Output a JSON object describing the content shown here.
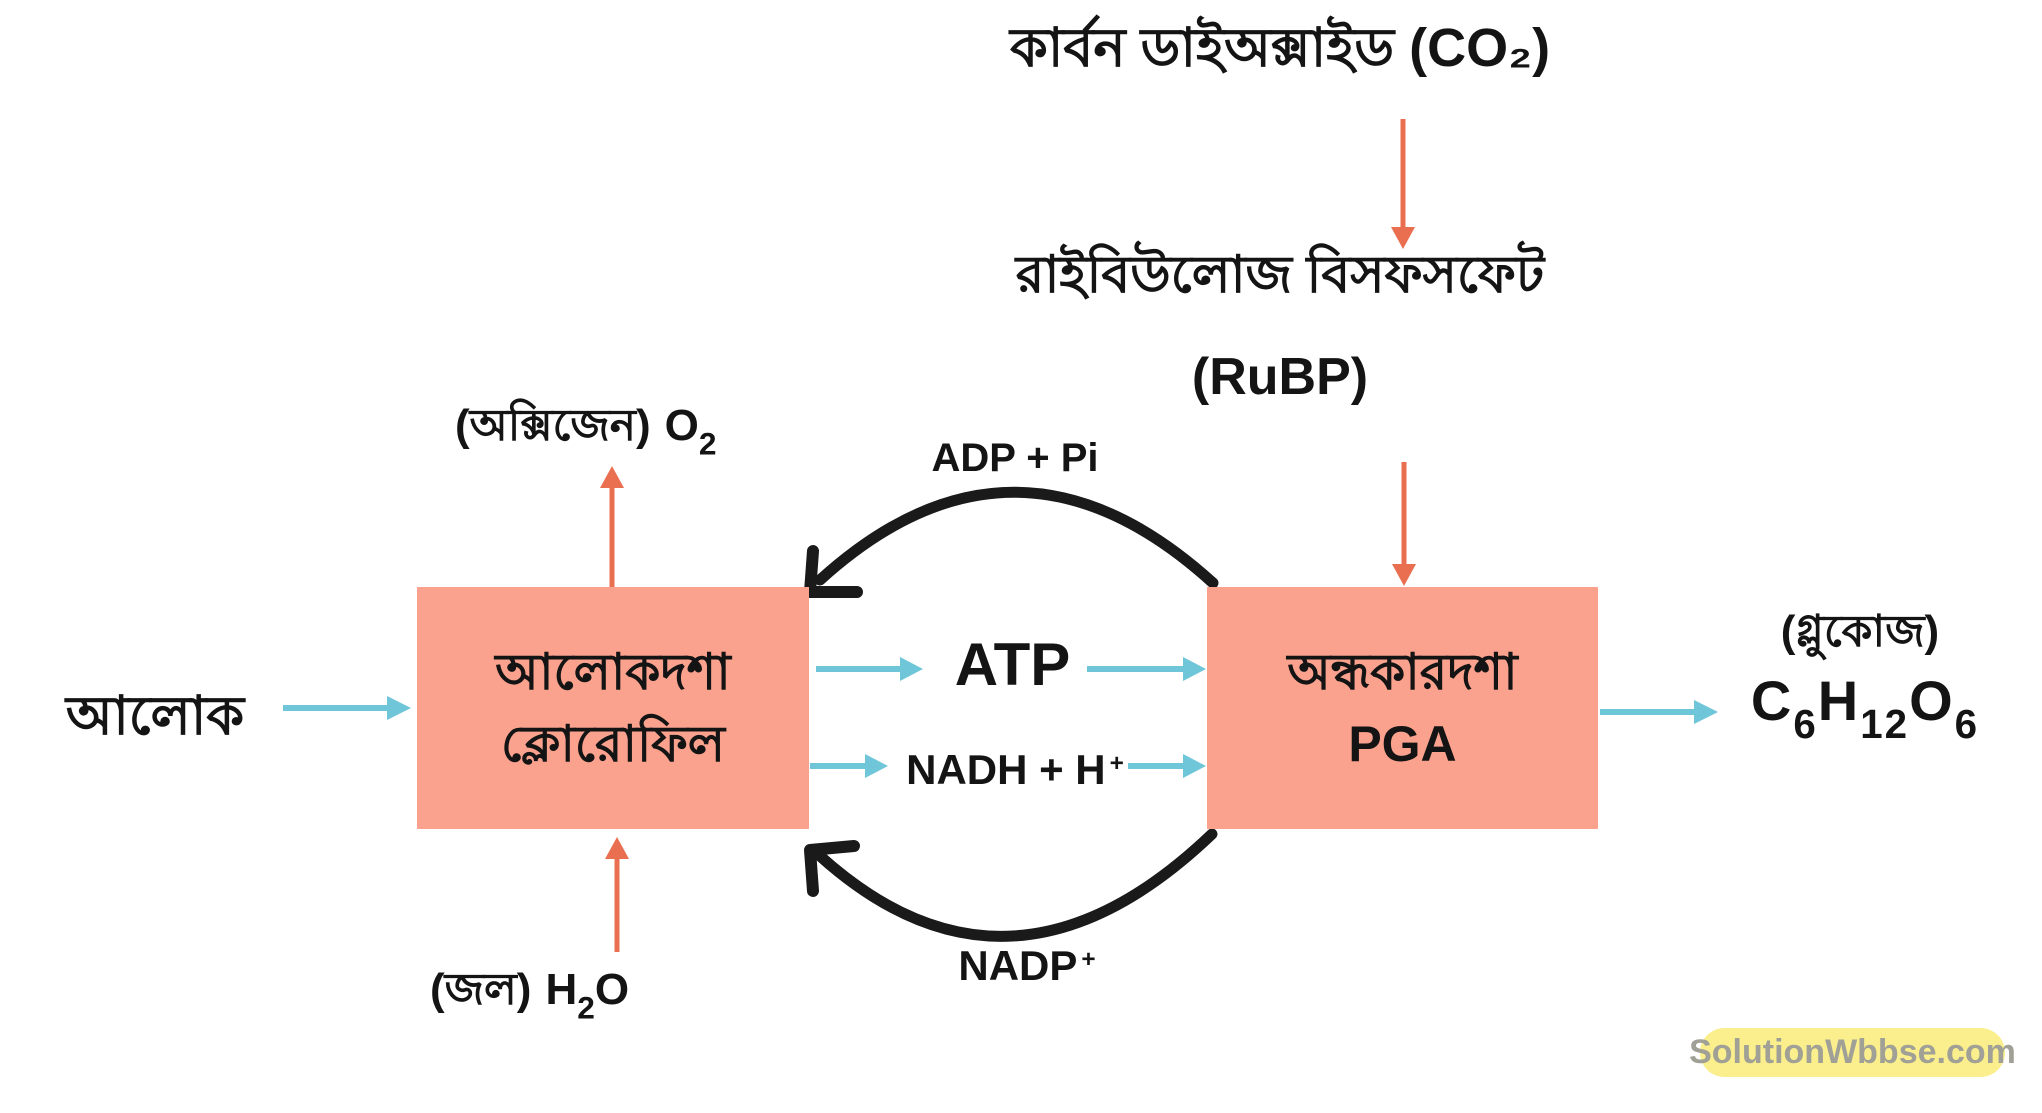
{
  "diagram_title": "Photosynthesis light phase / dark phase flow diagram (Bengali)",
  "colors": {
    "box_fill": "#FAA28E",
    "cyan_arrow": "#6EC6D8",
    "orange_arrow": "#E96F50",
    "black_arrow": "#1A1A1A",
    "text": "#141414",
    "watermark_bg": "#FAEF8C",
    "watermark_text": "#A0A096"
  },
  "nodes": {
    "co2_title": "কার্বন ডাইঅক্সাইড (CO₂)",
    "rubp_line1": "রাইবিউলোজ বিসফসফেট",
    "rubp_line2": "(RuBP)",
    "light_box": {
      "line1": "আলোকদশা",
      "line2": "ক্লোরোফিল"
    },
    "dark_box": {
      "line1": "অন্ধকারদশা",
      "line2": "PGA"
    },
    "light_input": "আলোক",
    "oxygen": {
      "prefix": "(অক্সিজেন)",
      "symbol": "O",
      "sub": "2"
    },
    "water": {
      "prefix": "(জল)",
      "h": "H",
      "sub": "2",
      "o": "O"
    },
    "atp": "ATP",
    "nadh": {
      "base": "NADH + H",
      "sup": "+"
    },
    "adp": "ADP + Pi",
    "nadp": {
      "base": "NADP",
      "sup": "+"
    },
    "glucose_name": "(গ্লুকোজ)",
    "glucose_formula": {
      "c": "C",
      "c_sub": "6",
      "h": "H",
      "h_sub": "12",
      "o": "O",
      "o_sub": "6"
    },
    "watermark": "SolutionWbbse.com"
  },
  "connections": [
    {
      "from": "কার্বন ডাইঅক্সাইড (CO₂)",
      "to": "রাইবিউলোজ বিসফসফেট (RuBP)",
      "style": "orange straight down"
    },
    {
      "from": "রাইবিউলোজ বিসফসফেট (RuBP)",
      "to": "অন্ধকারদশা PGA",
      "style": "orange straight down"
    },
    {
      "from": "আলোক",
      "to": "আলোকদশা ক্লোরোফিল",
      "style": "cyan straight right"
    },
    {
      "from": "আলোকদশা ক্লোরোফিল",
      "to": "(অক্সিজেন) O₂",
      "style": "orange straight up"
    },
    {
      "from": "(জল) H₂O",
      "to": "আলোকদশা ক্লোরোফিল",
      "style": "orange straight up"
    },
    {
      "from": "আলোকদশা ক্লোরোফিল",
      "to": "অন্ধকারদশা PGA",
      "via": "ATP",
      "style": "cyan straight right"
    },
    {
      "from": "আলোকদশা ক্লোরোফিল",
      "to": "অন্ধকারদশা PGA",
      "via": "NADH + H⁺",
      "style": "cyan straight right"
    },
    {
      "from": "অন্ধকারদশা PGA",
      "to": "আলোকদশা ক্লোরোফিল",
      "via": "ADP + Pi",
      "style": "black curved over top"
    },
    {
      "from": "অন্ধকারদশা PGA",
      "to": "আলোকদশা ক্লোরোফিল",
      "via": "NADP⁺",
      "style": "black curved under bottom"
    },
    {
      "from": "অন্ধকারদশা PGA",
      "to": "(গ্লুকোজ) C₆H₁₂O₆",
      "style": "cyan straight right"
    }
  ]
}
